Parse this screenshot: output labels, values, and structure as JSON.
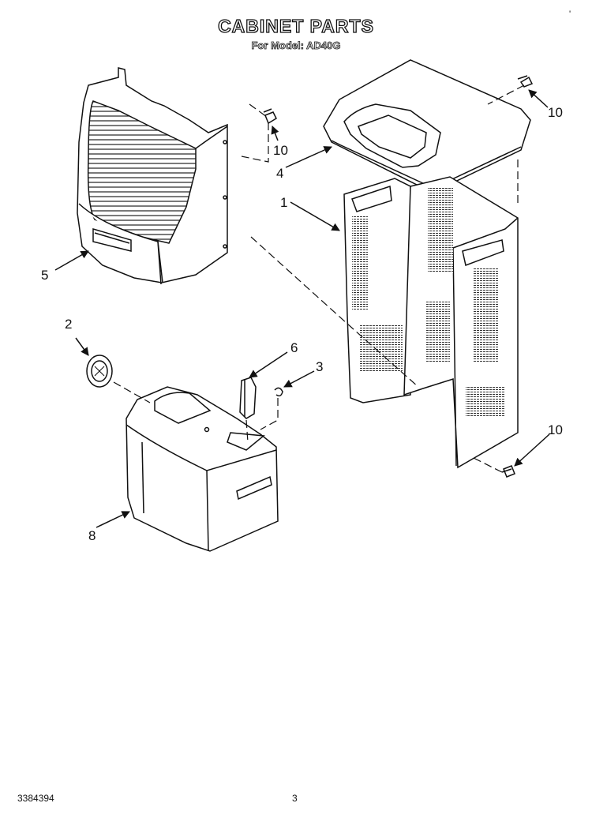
{
  "header": {
    "title": "CABINET PARTS",
    "subtitle": "For Model: AD40G"
  },
  "callouts": [
    {
      "id": "c1",
      "label": "1"
    },
    {
      "id": "c2",
      "label": "2"
    },
    {
      "id": "c3",
      "label": "3"
    },
    {
      "id": "c4",
      "label": "4"
    },
    {
      "id": "c5",
      "label": "5"
    },
    {
      "id": "c6",
      "label": "6"
    },
    {
      "id": "c8",
      "label": "8"
    },
    {
      "id": "c10a",
      "label": "10"
    },
    {
      "id": "c10b",
      "label": "10"
    },
    {
      "id": "c10c",
      "label": "10"
    }
  ],
  "footer": {
    "part_number": "3384394",
    "page_number": "3",
    "corner_mark": "'"
  }
}
